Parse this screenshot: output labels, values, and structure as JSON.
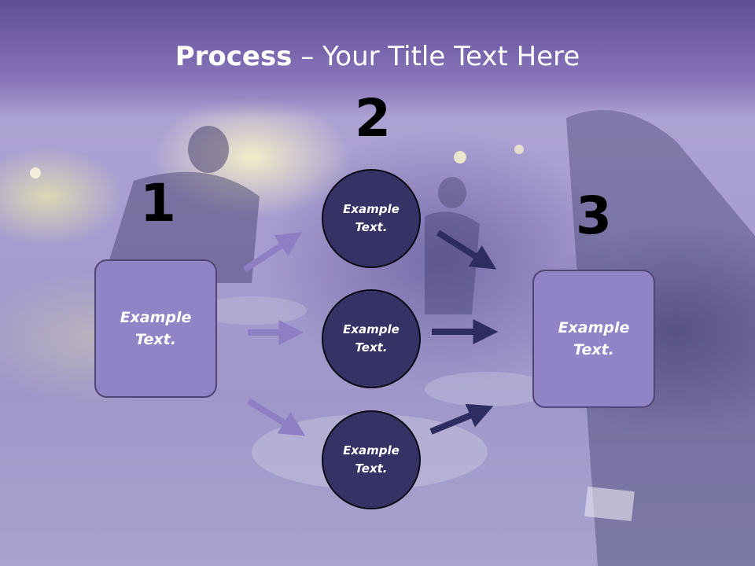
{
  "title": {
    "bold": "Process",
    "rest": " – Your Title Text Here"
  },
  "steps": {
    "one": "1",
    "two": "2",
    "three": "3"
  },
  "left_box": {
    "line1": "Example",
    "line2": "Text."
  },
  "right_box": {
    "line1": "Example",
    "line2": "Text."
  },
  "circles": [
    {
      "line1": "Example",
      "line2": "Text."
    },
    {
      "line1": "Example",
      "line2": "Text."
    },
    {
      "line1": "Example",
      "line2": "Text."
    }
  ],
  "colors": {
    "light_arrow": "#8e7fc4",
    "dark_arrow": "#2f2c62",
    "box": "#9184c6",
    "circle": "#363266"
  }
}
